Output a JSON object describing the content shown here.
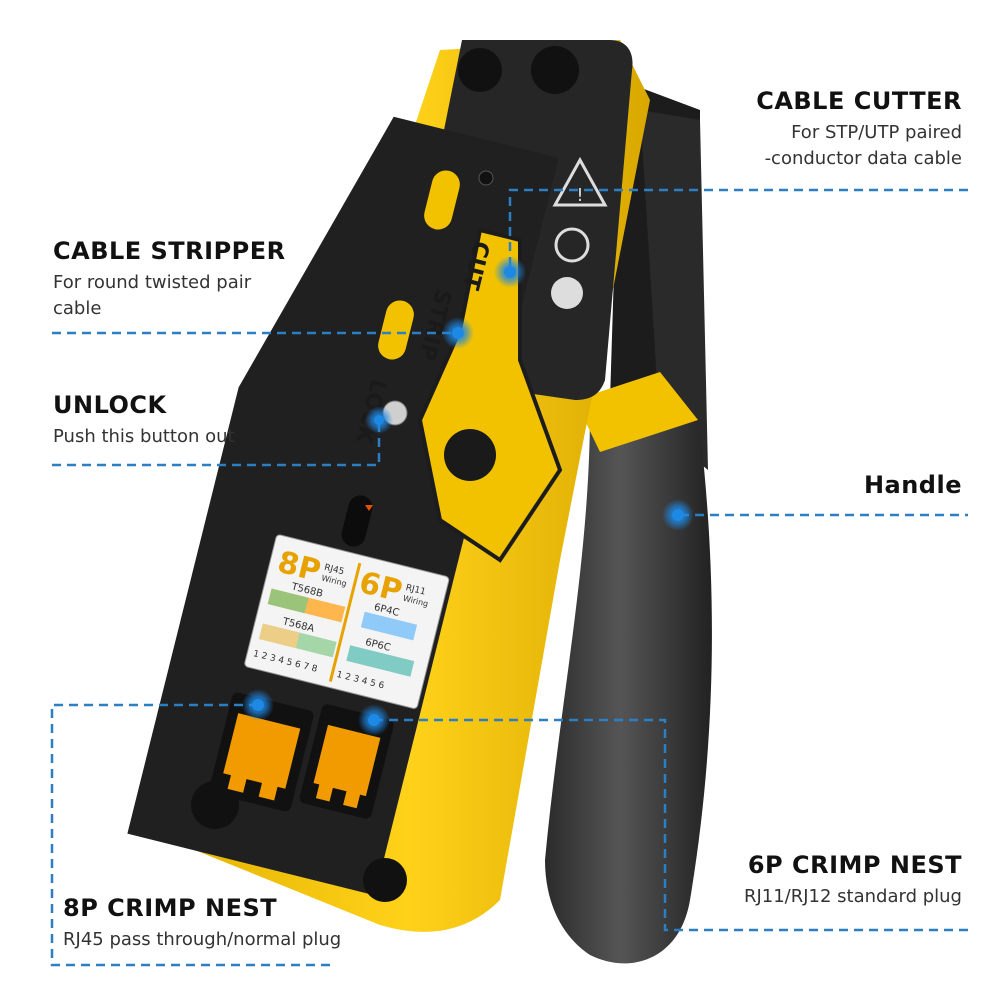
{
  "tool_markings": {
    "cut": "CUT",
    "strip": "STRIP",
    "lock": "LOCK",
    "label_8p": "8P",
    "label_6p": "6P",
    "rj45": "RJ45",
    "rj11": "RJ11",
    "wiring": "Wiring",
    "t568b": "T568B",
    "t568a": "T568A",
    "p4c": "6P4C",
    "p6c": "6P6C",
    "pins_8": "1 2 3 4 5 6 7 8",
    "pins_6": "1 2 3 4 5 6"
  },
  "callouts": {
    "cable_cutter": {
      "title": "CABLE CUTTER",
      "desc_line1": "For STP/UTP paired",
      "desc_line2": "-conductor data cable"
    },
    "cable_stripper": {
      "title": "CABLE STRIPPER",
      "desc_line1": "For round twisted pair",
      "desc_line2": "cable"
    },
    "unlock": {
      "title": "UNLOCK",
      "desc": "Push this button out"
    },
    "handle": {
      "title": "Handle"
    },
    "crimp_6p": {
      "title": "6P CRIMP NEST",
      "desc": "RJ11/RJ12 standard plug"
    },
    "crimp_8p": {
      "title": "8P CRIMP NEST",
      "desc": "RJ45 pass through/normal plug"
    }
  },
  "colors": {
    "accent_dot": "#1e88e5",
    "leader_line": "#2b7fc2",
    "tool_yellow": "#f2c200",
    "tool_black": "#262626",
    "grip_gray": "#3a3a3a"
  }
}
